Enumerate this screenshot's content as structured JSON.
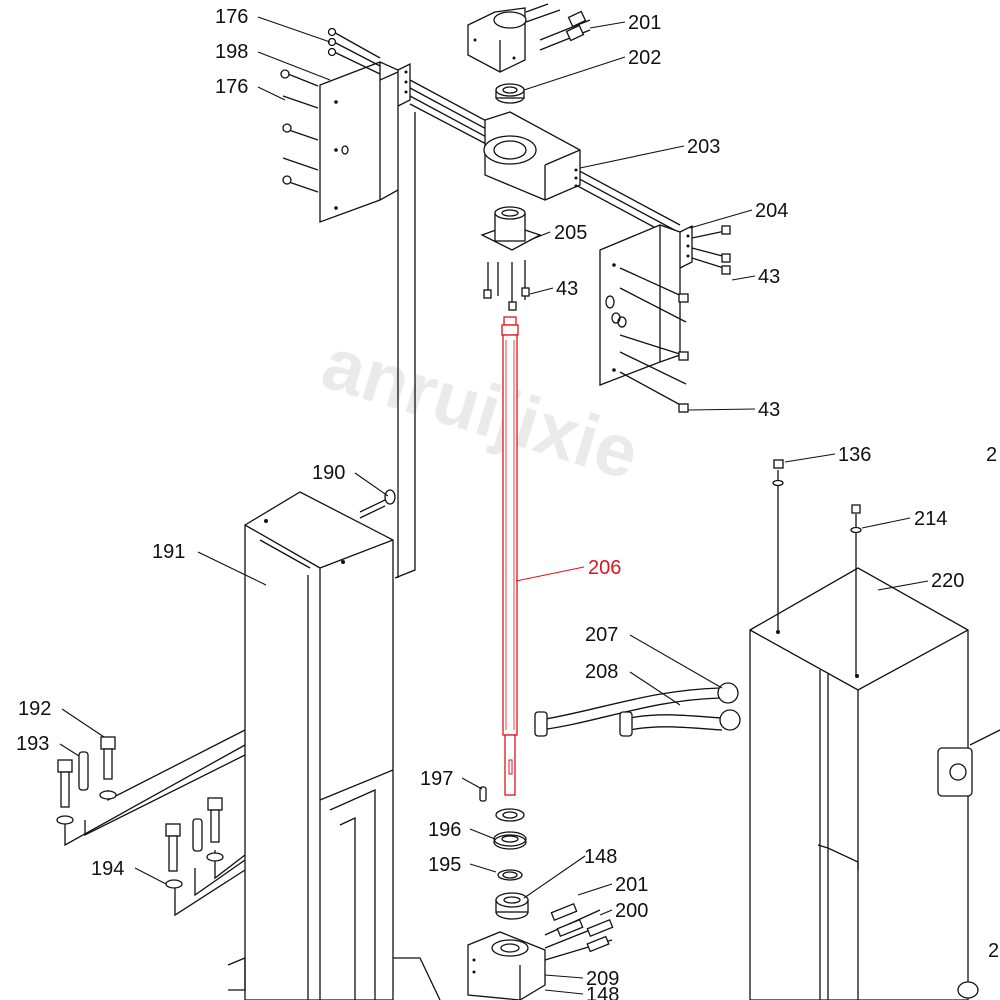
{
  "watermark": "anruijixie",
  "highlight_color": "#e0141c",
  "line_color": "#111111",
  "labels": {
    "l176a": "176",
    "l198": "198",
    "l176b": "176",
    "l201a": "201",
    "l202": "202",
    "l203": "203",
    "l204": "204",
    "l205": "205",
    "l43a": "43",
    "l43b": "43",
    "l43c": "43",
    "l190": "190",
    "l191": "191",
    "l206": "206",
    "l136": "136",
    "l214": "214",
    "l220": "220",
    "l207": "207",
    "l208": "208",
    "l192": "192",
    "l193": "193",
    "l194": "194",
    "l197": "197",
    "l196": "196",
    "l195": "195",
    "l148a": "148",
    "l201b": "201",
    "l200": "200",
    "l209": "209",
    "l148b": "148",
    "l2a": "2",
    "l2b": "2"
  }
}
